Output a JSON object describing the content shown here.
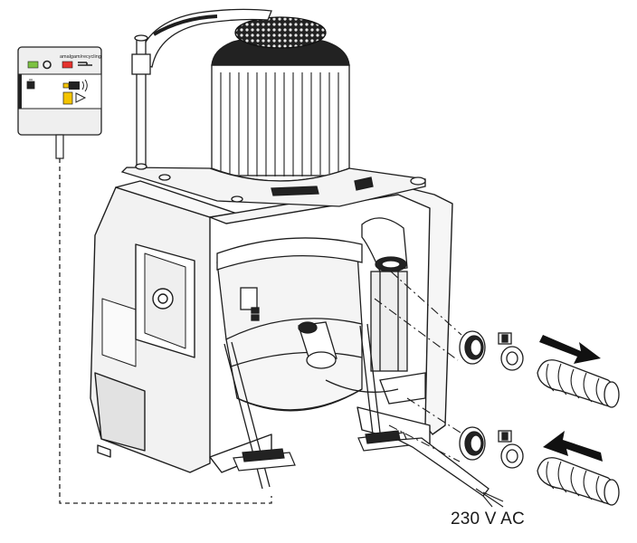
{
  "control_panel": {
    "header_label": "amalgam/recycling",
    "led_green": "#7cc142",
    "led_red": "#e5322d"
  },
  "power_label": "230 V AC",
  "icons": [
    "motor-fan-icon",
    "container-icon",
    "speaker-icon",
    "play-triangle-icon"
  ],
  "arrows": {
    "outlet_direction": "out",
    "inlet_direction": "in"
  }
}
